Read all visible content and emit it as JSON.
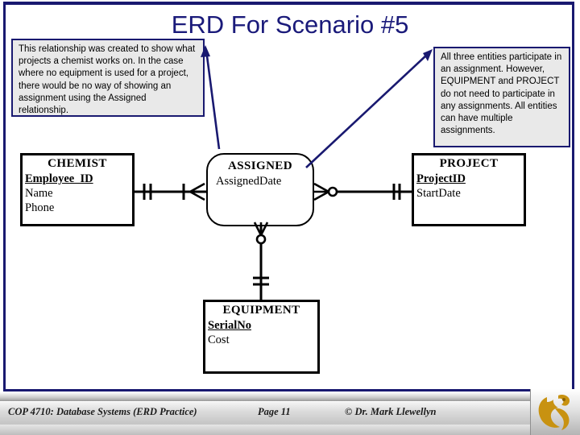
{
  "slide": {
    "title": "ERD For Scenario #5",
    "title_color": "#1a1a7a",
    "frame_color": "#191970",
    "background": "#ffffff"
  },
  "notes": [
    {
      "id": "note-left",
      "text": "This relationship was created to show what projects a chemist works on.  In the case where no equipment is used for a project, there would be no way of showing an assignment using the Assigned relationship."
    },
    {
      "id": "note-right",
      "text": "All three entities participate in an assignment.  However, EQUIPMENT and PROJECT do not need to participate in any assignments.  All entities can have multiple assignments."
    }
  ],
  "entities": [
    {
      "id": "chemist",
      "name": "CHEMIST",
      "shape": "rectangle",
      "attributes": [
        {
          "label": "Employee_ID",
          "key": true
        },
        {
          "label": "Name",
          "key": false
        },
        {
          "label": "Phone",
          "key": false
        }
      ]
    },
    {
      "id": "assigned",
      "name": "ASSIGNED",
      "shape": "rounded-rectangle",
      "attributes": [
        {
          "label": "AssignedDate",
          "key": false
        }
      ]
    },
    {
      "id": "project",
      "name": "PROJECT",
      "shape": "rectangle",
      "attributes": [
        {
          "label": "ProjectID",
          "key": true
        },
        {
          "label": "StartDate",
          "key": false
        }
      ]
    },
    {
      "id": "equipment",
      "name": "EQUIPMENT",
      "shape": "rectangle",
      "attributes": [
        {
          "label": "SerialNo",
          "key": true
        },
        {
          "label": "Cost",
          "key": false
        }
      ]
    }
  ],
  "relationships": [
    {
      "id": "chemist-assigned",
      "from": "CHEMIST",
      "to": "ASSIGNED",
      "from_cardinality": "one-and-only-one",
      "to_cardinality": "one-or-many"
    },
    {
      "id": "assigned-project",
      "from": "ASSIGNED",
      "to": "PROJECT",
      "from_cardinality": "zero-or-many",
      "to_cardinality": "one-and-only-one"
    },
    {
      "id": "assigned-equipment",
      "from": "ASSIGNED",
      "to": "EQUIPMENT",
      "from_cardinality": "zero-or-many",
      "to_cardinality": "one-and-only-one"
    }
  ],
  "footer": {
    "course": "COP 4710: Database Systems  (ERD Practice)",
    "page": "Page 11",
    "author": "© Dr. Mark Llewellyn",
    "logo": "pegasus-logo",
    "logo_color": "#c89211"
  }
}
